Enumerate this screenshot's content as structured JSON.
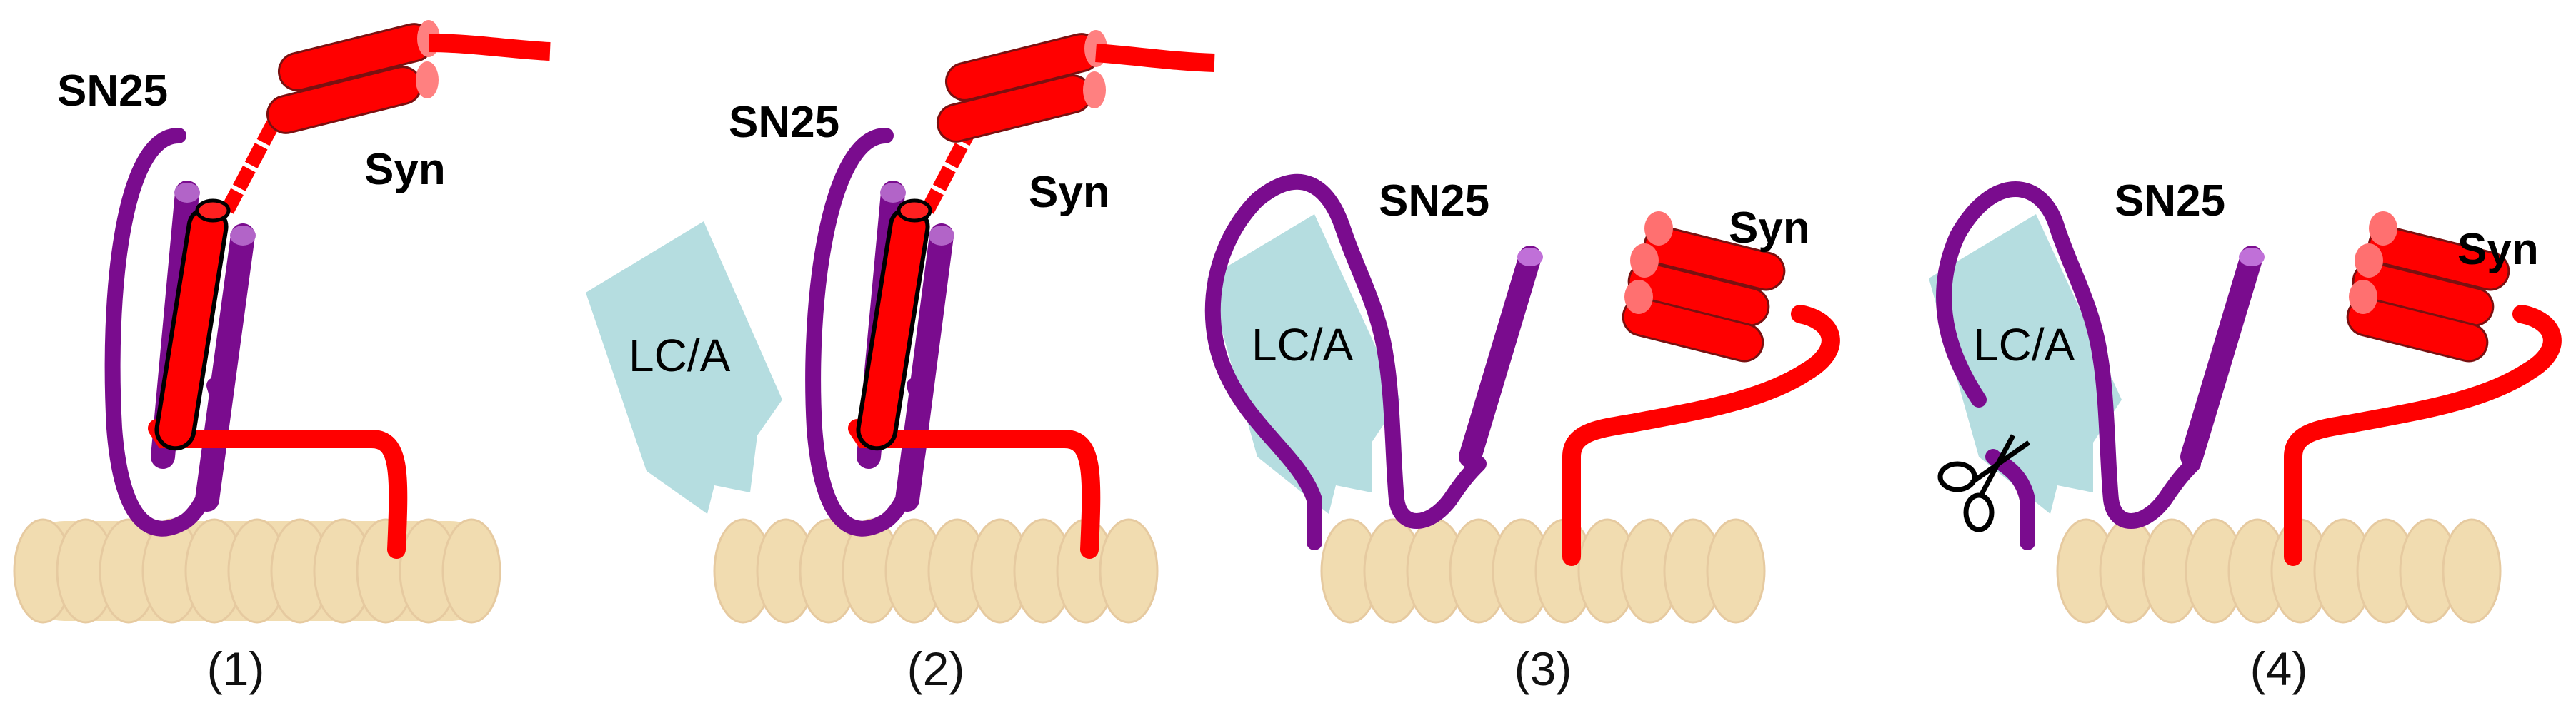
{
  "panels": [
    {
      "step": "(1)",
      "sn25_label": "SN25",
      "syn_label": "Syn"
    },
    {
      "step": "(2)",
      "sn25_label": "SN25",
      "syn_label": "Syn",
      "lca_label": "LC/A"
    },
    {
      "step": "(3)",
      "sn25_label": "SN25",
      "syn_label": "Syn",
      "lca_label": "LC/A"
    },
    {
      "step": "(4)",
      "sn25_label": "SN25",
      "syn_label": "Syn",
      "lca_label": "LC/A"
    }
  ],
  "colors": {
    "syntaxin": "#ff0000",
    "snap25": "#7a0c8e",
    "lc_a": "#b5dde0",
    "membrane": "#f1dcb0"
  },
  "icons": {
    "cleavage": "scissors-icon"
  }
}
